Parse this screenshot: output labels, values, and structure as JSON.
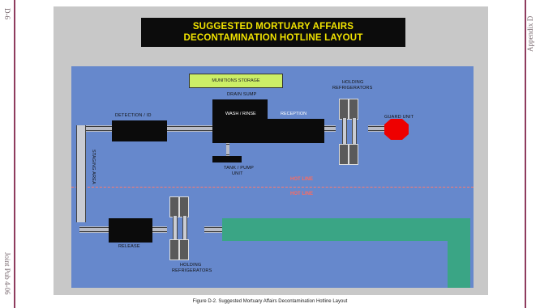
{
  "margin": {
    "left_top": "D-6",
    "left_bottom": "Joint Pub 4-06",
    "right_top": "Appendix D"
  },
  "title": {
    "line1": "SUGGESTED MORTUARY AFFAIRS",
    "line2": "DECONTAMINATION HOTLINE LAYOUT"
  },
  "labels": {
    "munitions_storage": "MUNITIONS STORAGE",
    "drain_sump": "DRAIN SUMP",
    "detection": "DETECTION / ID",
    "wash_rinse": "WASH / RINSE",
    "reception": "RECEPTION",
    "holding_top_1": "HOLDING",
    "holding_top_2": "REFRIGERATORS",
    "guard_unit": "GUARD UNIT",
    "tank_pump_1": "TANK / PUMP",
    "tank_pump_2": "UNIT",
    "staging": "STAGING AREA",
    "release": "RELEASE",
    "holding_bottom_1": "HOLDING",
    "holding_bottom_2": "REFRIGERATORS",
    "hot_line_1": "HOT LINE",
    "hot_line_2": "HOT LINE"
  },
  "caption": "Figure D-2.  Suggested Mortuary Affairs Decontamination Hotline Layout",
  "colors": {
    "site": "#6688cc",
    "title_text": "#f2e400",
    "munitions": "#ccee66",
    "guard": "#ee0000",
    "path": "#3aa585",
    "hot_line": "#ff7a6e"
  }
}
